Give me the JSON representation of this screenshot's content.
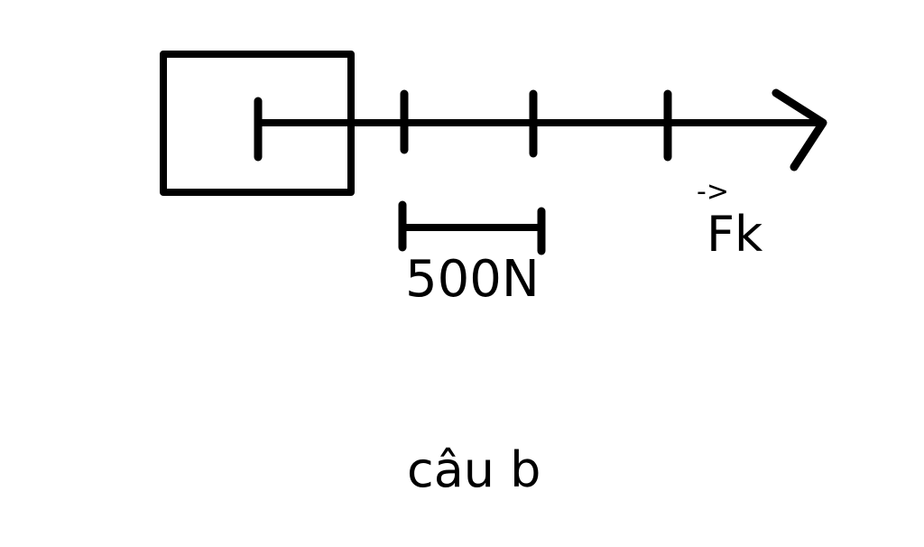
{
  "diagram": {
    "scale_label": "500N",
    "force_label": "Fk",
    "vector_arrow": "->",
    "caption": "câu b",
    "colors": {
      "ink": "#000000",
      "background": "#ffffff"
    }
  }
}
